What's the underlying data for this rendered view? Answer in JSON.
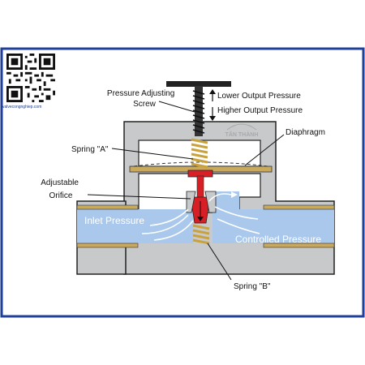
{
  "labels": {
    "screw": "Pressure Adjusting\nScrew",
    "lower": "Lower Output Pressure",
    "higher": "Higher Output Pressure",
    "diaphragm": "Diaphragm",
    "spring_a": "Spring \"A\"",
    "orifice": "Adjustable\nOrifice",
    "inlet": "Inlet Pressure",
    "controlled": "Controlled Pressure",
    "spring_b": "Spring \"B\""
  },
  "watermark": {
    "brand": "TẤN THÀNH"
  },
  "qr": {
    "caption": "valvecongnghiep.com"
  },
  "colors": {
    "frame": "#1f3f9a",
    "body": "#c7c9cb",
    "chamber": "#ffffff",
    "fluid": "#a9c8ec",
    "valve": "#d81f26",
    "spring": "#caa23c",
    "pipe_edge": "#c9a95c"
  }
}
